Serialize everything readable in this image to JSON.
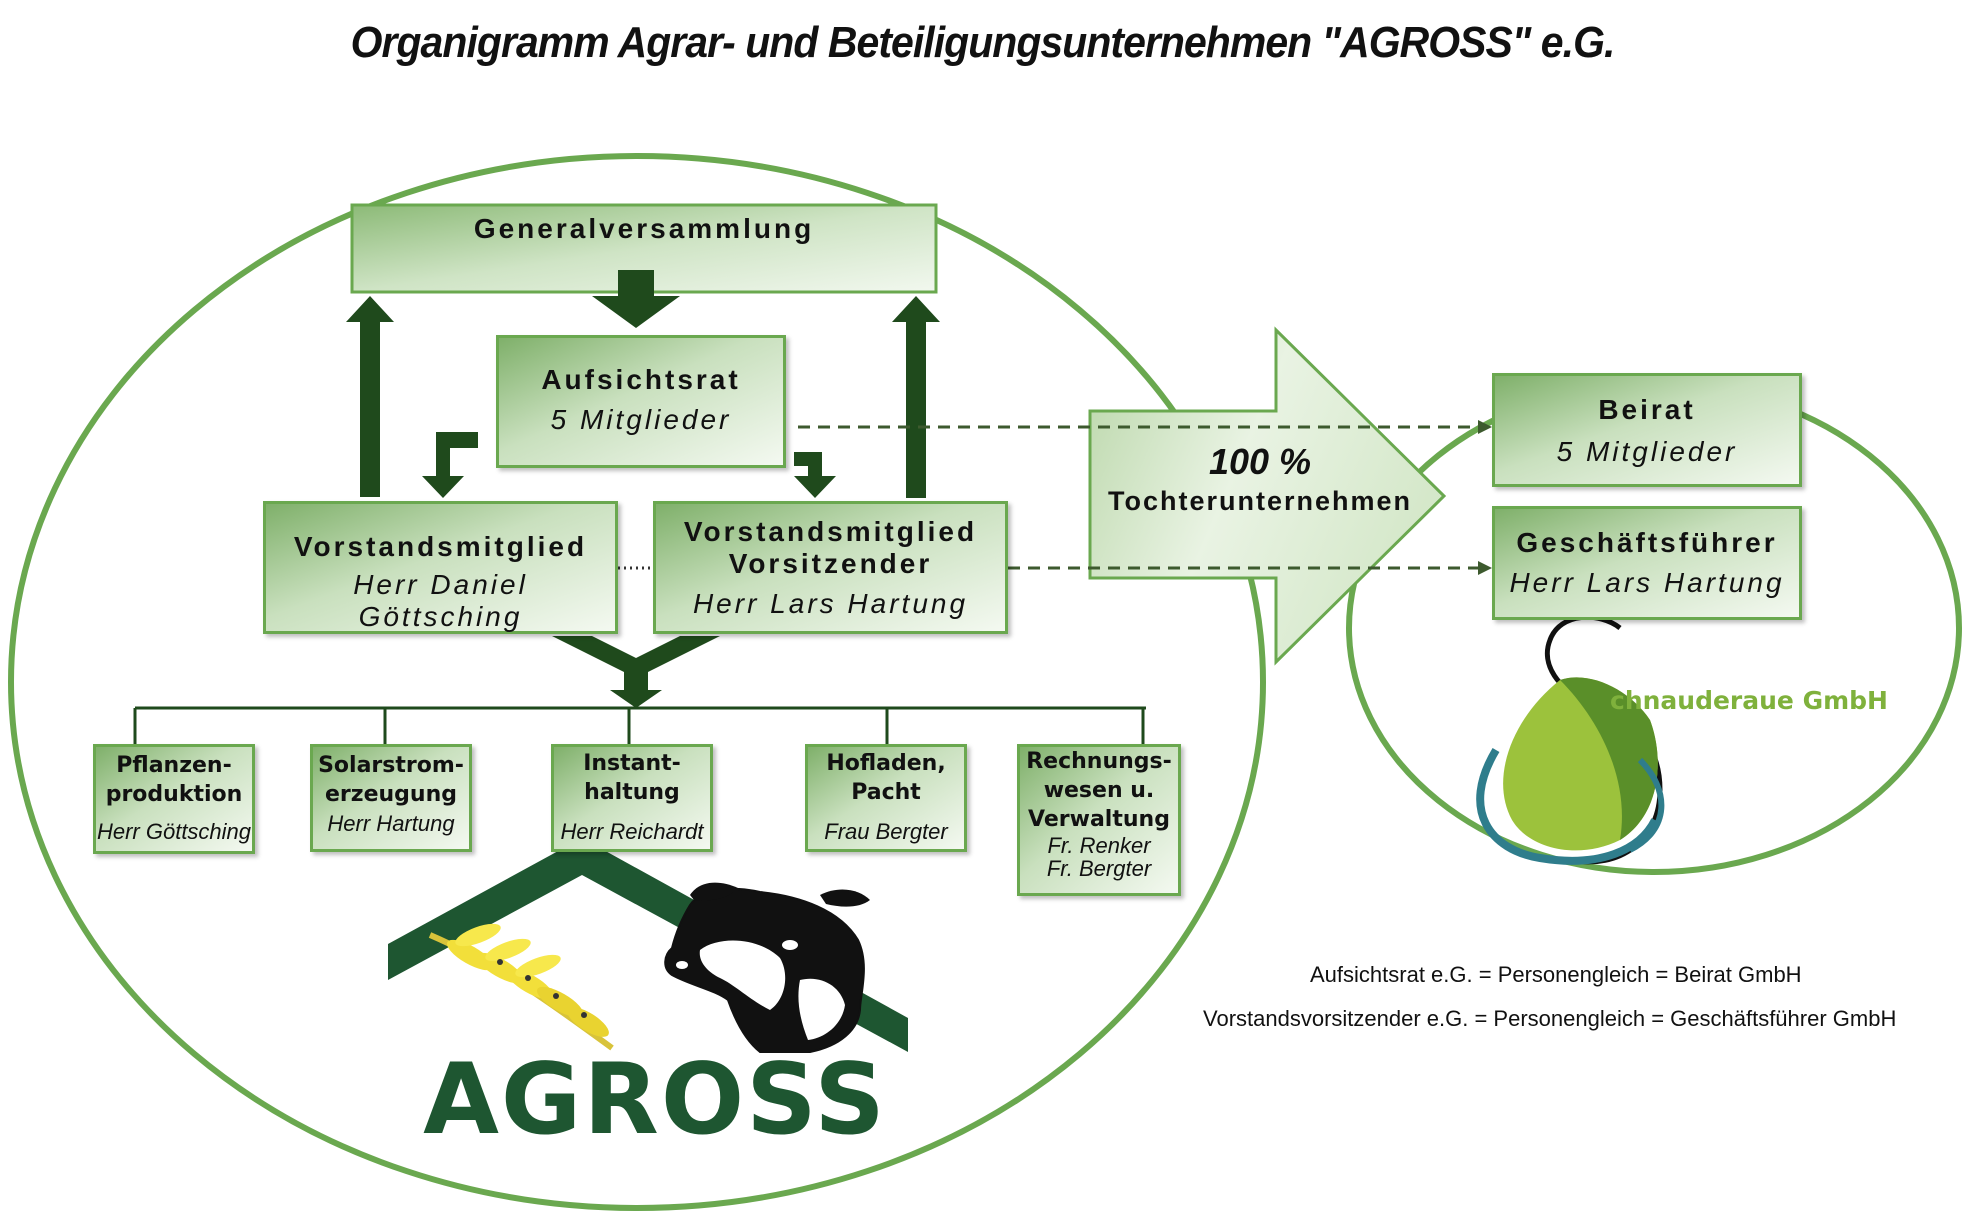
{
  "title": "Organigramm Agrar- und Beteiligungsunternehmen \"AGROSS\" e.G.",
  "cooperative": {
    "general_assembly": "Generalversammlung",
    "supervisory_board": {
      "title": "Aufsichtsrat",
      "subtitle": "5 Mitglieder"
    },
    "board_member": {
      "title": "Vorstandsmitglied",
      "name": "Herr Daniel Göttsching"
    },
    "board_chair": {
      "title_line1": "Vorstandsmitglied",
      "title_line2": "Vorsitzender",
      "name": "Herr Lars Hartung"
    },
    "departments": [
      {
        "line1": "Pflanzen-",
        "line2": "produktion",
        "person": "Herr Göttsching"
      },
      {
        "line1": "Solarstrom-",
        "line2": "erzeugung",
        "person": "Herr Hartung"
      },
      {
        "line1": "Instant-",
        "line2": "haltung",
        "person": "Herr Reichardt"
      },
      {
        "line1": "Hofladen,",
        "line2": "Pacht",
        "person": "Frau Bergter"
      },
      {
        "line1": "Rechnungs-",
        "line2": "wesen u.",
        "line3": "Verwaltung",
        "person1": "Fr. Renker",
        "person2": "Fr. Bergter"
      }
    ],
    "logo_text": "AGROSS"
  },
  "subsidiary_arrow": {
    "percent": "100 %",
    "label": "Tochterunternehmen"
  },
  "subsidiary": {
    "advisory_board": {
      "title": "Beirat",
      "subtitle": "5 Mitglieder"
    },
    "managing_director": {
      "title": "Geschäftsführer",
      "name": "Herr Lars Hartung"
    },
    "logo_text": "chnauderaue GmbH"
  },
  "legend": [
    "Aufsichtsrat e.G. = Personengleich = Beirat GmbH",
    "Vorstandsvorsitzender e.G. = Personengleich = Geschäftsführer GmbH"
  ],
  "colors": {
    "ellipse_border": "#6aa84f",
    "dark_green": "#1f4a1c",
    "logo_green": "#1e5631",
    "leaf_light": "#9cc23c",
    "leaf_dark": "#5a8f29",
    "swirl_blue": "#2f7d8c"
  }
}
